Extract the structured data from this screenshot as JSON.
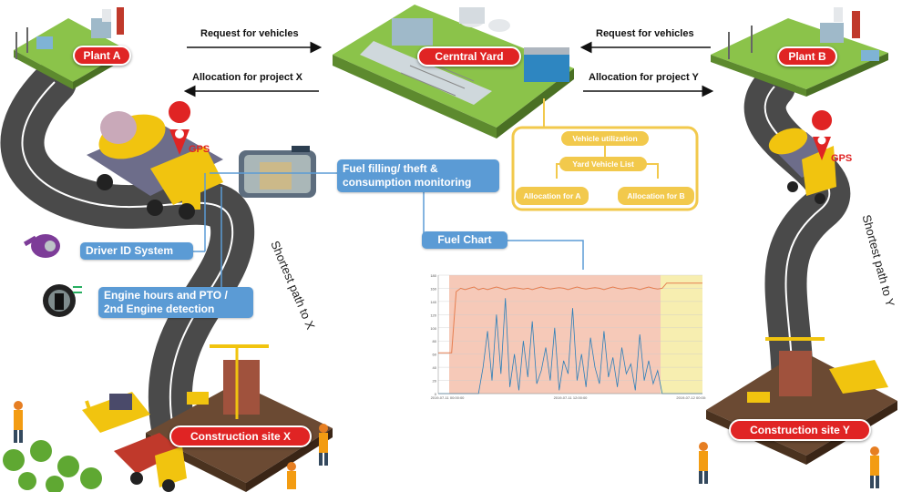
{
  "nodes": {
    "plant_a": "Plant A",
    "plant_b": "Plant B",
    "central_yard": "Cerntral  Yard",
    "site_x": "Construction site X",
    "site_y": "Construction site Y"
  },
  "flows": {
    "left_request": "Request for vehicles",
    "left_allocation": "Allocation for project X",
    "right_request": "Request for vehicles",
    "right_allocation": "Allocation for project Y"
  },
  "gps_left": "GPS",
  "gps_right": "GPS",
  "path_left": "Shortest path to X",
  "path_right": "Shortest path to Y",
  "features": {
    "fuel_monitoring": "Fuel filling/ theft & consumption monitoring",
    "driver_id": "Driver ID System",
    "engine_hours": "Engine hours and PTO / 2nd Engine detection",
    "fuel_chart": "Fuel Chart"
  },
  "yard_panel": {
    "vehicle_utilization": "Vehicle utilization",
    "yard_vehicle_list": "Yard Vehicle List",
    "allocation_a": "Allocation for A",
    "allocation_b": "Allocation for B"
  },
  "colors": {
    "red": "#e02424",
    "blue": "#5b9bd5",
    "yellow": "#f2c94c",
    "road": "#4a4a4a",
    "grass": "#8bc34a"
  },
  "chart_data": {
    "type": "line",
    "series": [
      {
        "values": [
          62,
          62,
          62,
          62,
          155,
          160,
          158,
          160,
          162,
          158,
          160,
          158,
          160,
          162,
          160,
          158,
          160,
          161,
          160,
          159,
          160,
          158,
          160,
          162,
          160,
          159,
          160,
          161,
          160,
          158,
          160,
          162,
          160,
          159,
          160,
          161,
          160,
          158,
          160,
          162,
          160,
          159,
          160,
          161,
          160,
          158,
          160,
          162,
          160,
          159,
          160,
          168,
          168,
          168,
          168,
          168,
          168,
          168,
          168,
          168
        ]
      },
      {
        "values": [
          0,
          0,
          0,
          0,
          0,
          0,
          0,
          0,
          0,
          0,
          40,
          95,
          20,
          120,
          30,
          145,
          10,
          60,
          5,
          80,
          25,
          110,
          15,
          35,
          70,
          20,
          100,
          5,
          50,
          30,
          130,
          20,
          60,
          10,
          85,
          40,
          15,
          95,
          25,
          55,
          10,
          70,
          30,
          45,
          5,
          90,
          20,
          50,
          15,
          35,
          0,
          0,
          0,
          0,
          0,
          0,
          0,
          0,
          0,
          0
        ]
      }
    ],
    "ylim": [
      0,
      180
    ],
    "ytick_labels": [
      "0",
      "20",
      "40",
      "60",
      "80",
      "100",
      "120",
      "140",
      "160",
      "180"
    ],
    "xtick_labels": [
      "2019-07-11 00:00:00",
      "2019-07-11 12:00:00",
      "2019-07-12 00:00:00"
    ],
    "grid": true
  }
}
